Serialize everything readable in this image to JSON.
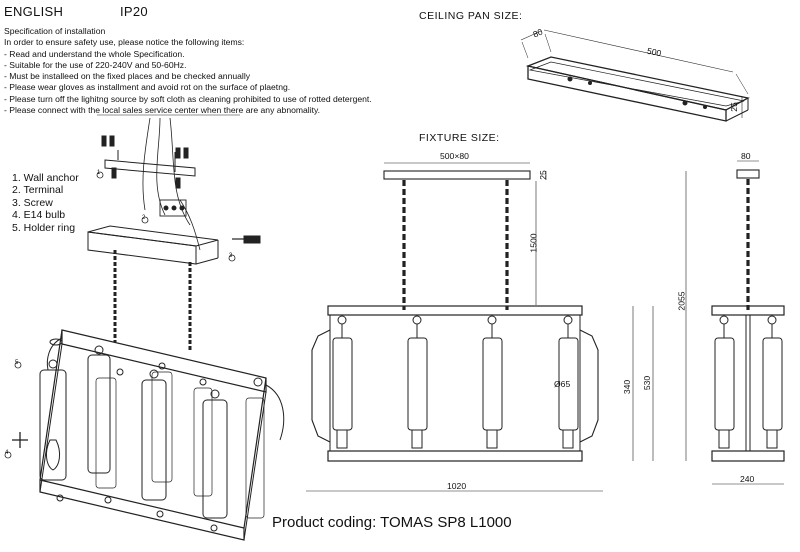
{
  "header": {
    "language": "ENGLISH",
    "ip_rating": "IP20"
  },
  "specification": {
    "title": "Specification of installation",
    "lines": [
      "In order to ensure safety use, please notice the following items:",
      "- Read and understand the whole Specification.",
      "- Suitable for the use of 220-240V and 50-60Hz.",
      "- Must be installeed on the fixed places and be checked annually",
      "- Please wear gloves as installment and avoid rot on the surface of plaetng.",
      "- Please turn off the lighitng source by soft cloth as cleaning prohibited to use of rotted detergent.",
      "- Please connect with the local sales service center when there are any abnomality."
    ]
  },
  "parts_list": [
    "1. Wall anchor",
    "2. Terminal",
    "3. Screw",
    "4. E14 bulb",
    "5. Holder ring"
  ],
  "ceiling_pan": {
    "title": "CEILING PAN  SIZE:",
    "width": "80",
    "length": "500",
    "height": "25"
  },
  "fixture": {
    "title": "FIXTURE SIZE:",
    "pan_size": "500×80",
    "pan_height": "25",
    "chain_length": "1500",
    "total_height": "2055",
    "body_height": "530",
    "frame_height": "340",
    "tube_diameter": "Ø65",
    "length": "1020",
    "side_pan_width": "80",
    "side_width": "240"
  },
  "callouts": [
    "1",
    "2",
    "3",
    "4",
    "5"
  ],
  "product_coding": "Product coding: TOMAS SP8 L1000"
}
